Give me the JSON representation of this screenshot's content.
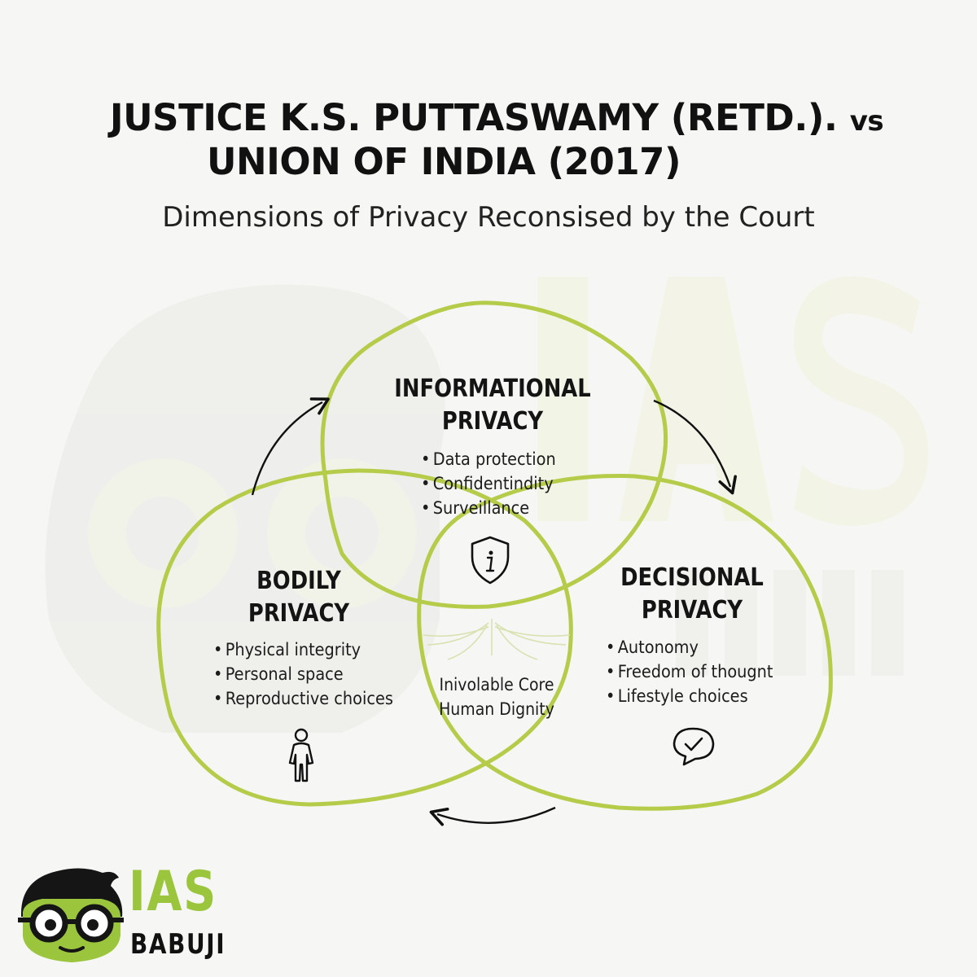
{
  "title": {
    "line1_main": "JUSTICE K.S. PUTTASWAMY (RETD.).",
    "line1_vs": "vs",
    "line2": "UNION OF INDIA (2017)",
    "subtitle": "Dimensions of Privacy Reconsised by the Court"
  },
  "circles": {
    "informational": {
      "title_line1": "INFORMATIONAL",
      "title_line2": "PRIVACY",
      "bullets": [
        "Data protection",
        "Confidentindity",
        "Surveillance"
      ],
      "icon": "shield-info-icon"
    },
    "bodily": {
      "title_line1": "BODILY",
      "title_line2": "PRIVACY",
      "bullets": [
        "Physical integrity",
        "Personal space",
        "Reproductive choices"
      ],
      "icon": "person-icon"
    },
    "decisional": {
      "title_line1": "DECISIONAL",
      "title_line2": "PRIVACY",
      "bullets": [
        "Autonomy",
        "Freedom of thougnt",
        "Lifestyle choices"
      ],
      "icon": "speech-bubble-check-icon"
    }
  },
  "core": {
    "line1": "Inivolable Core",
    "line2": "Human Dignity"
  },
  "logo": {
    "brand_top": "IAS",
    "brand_bottom": "BABUJI",
    "icon": "mascot-face-glasses-icon"
  },
  "colors": {
    "circle_stroke": "#b5cc4a",
    "brand_green": "#9bc53d",
    "watermark": "#edf2d8",
    "text": "#141414"
  }
}
